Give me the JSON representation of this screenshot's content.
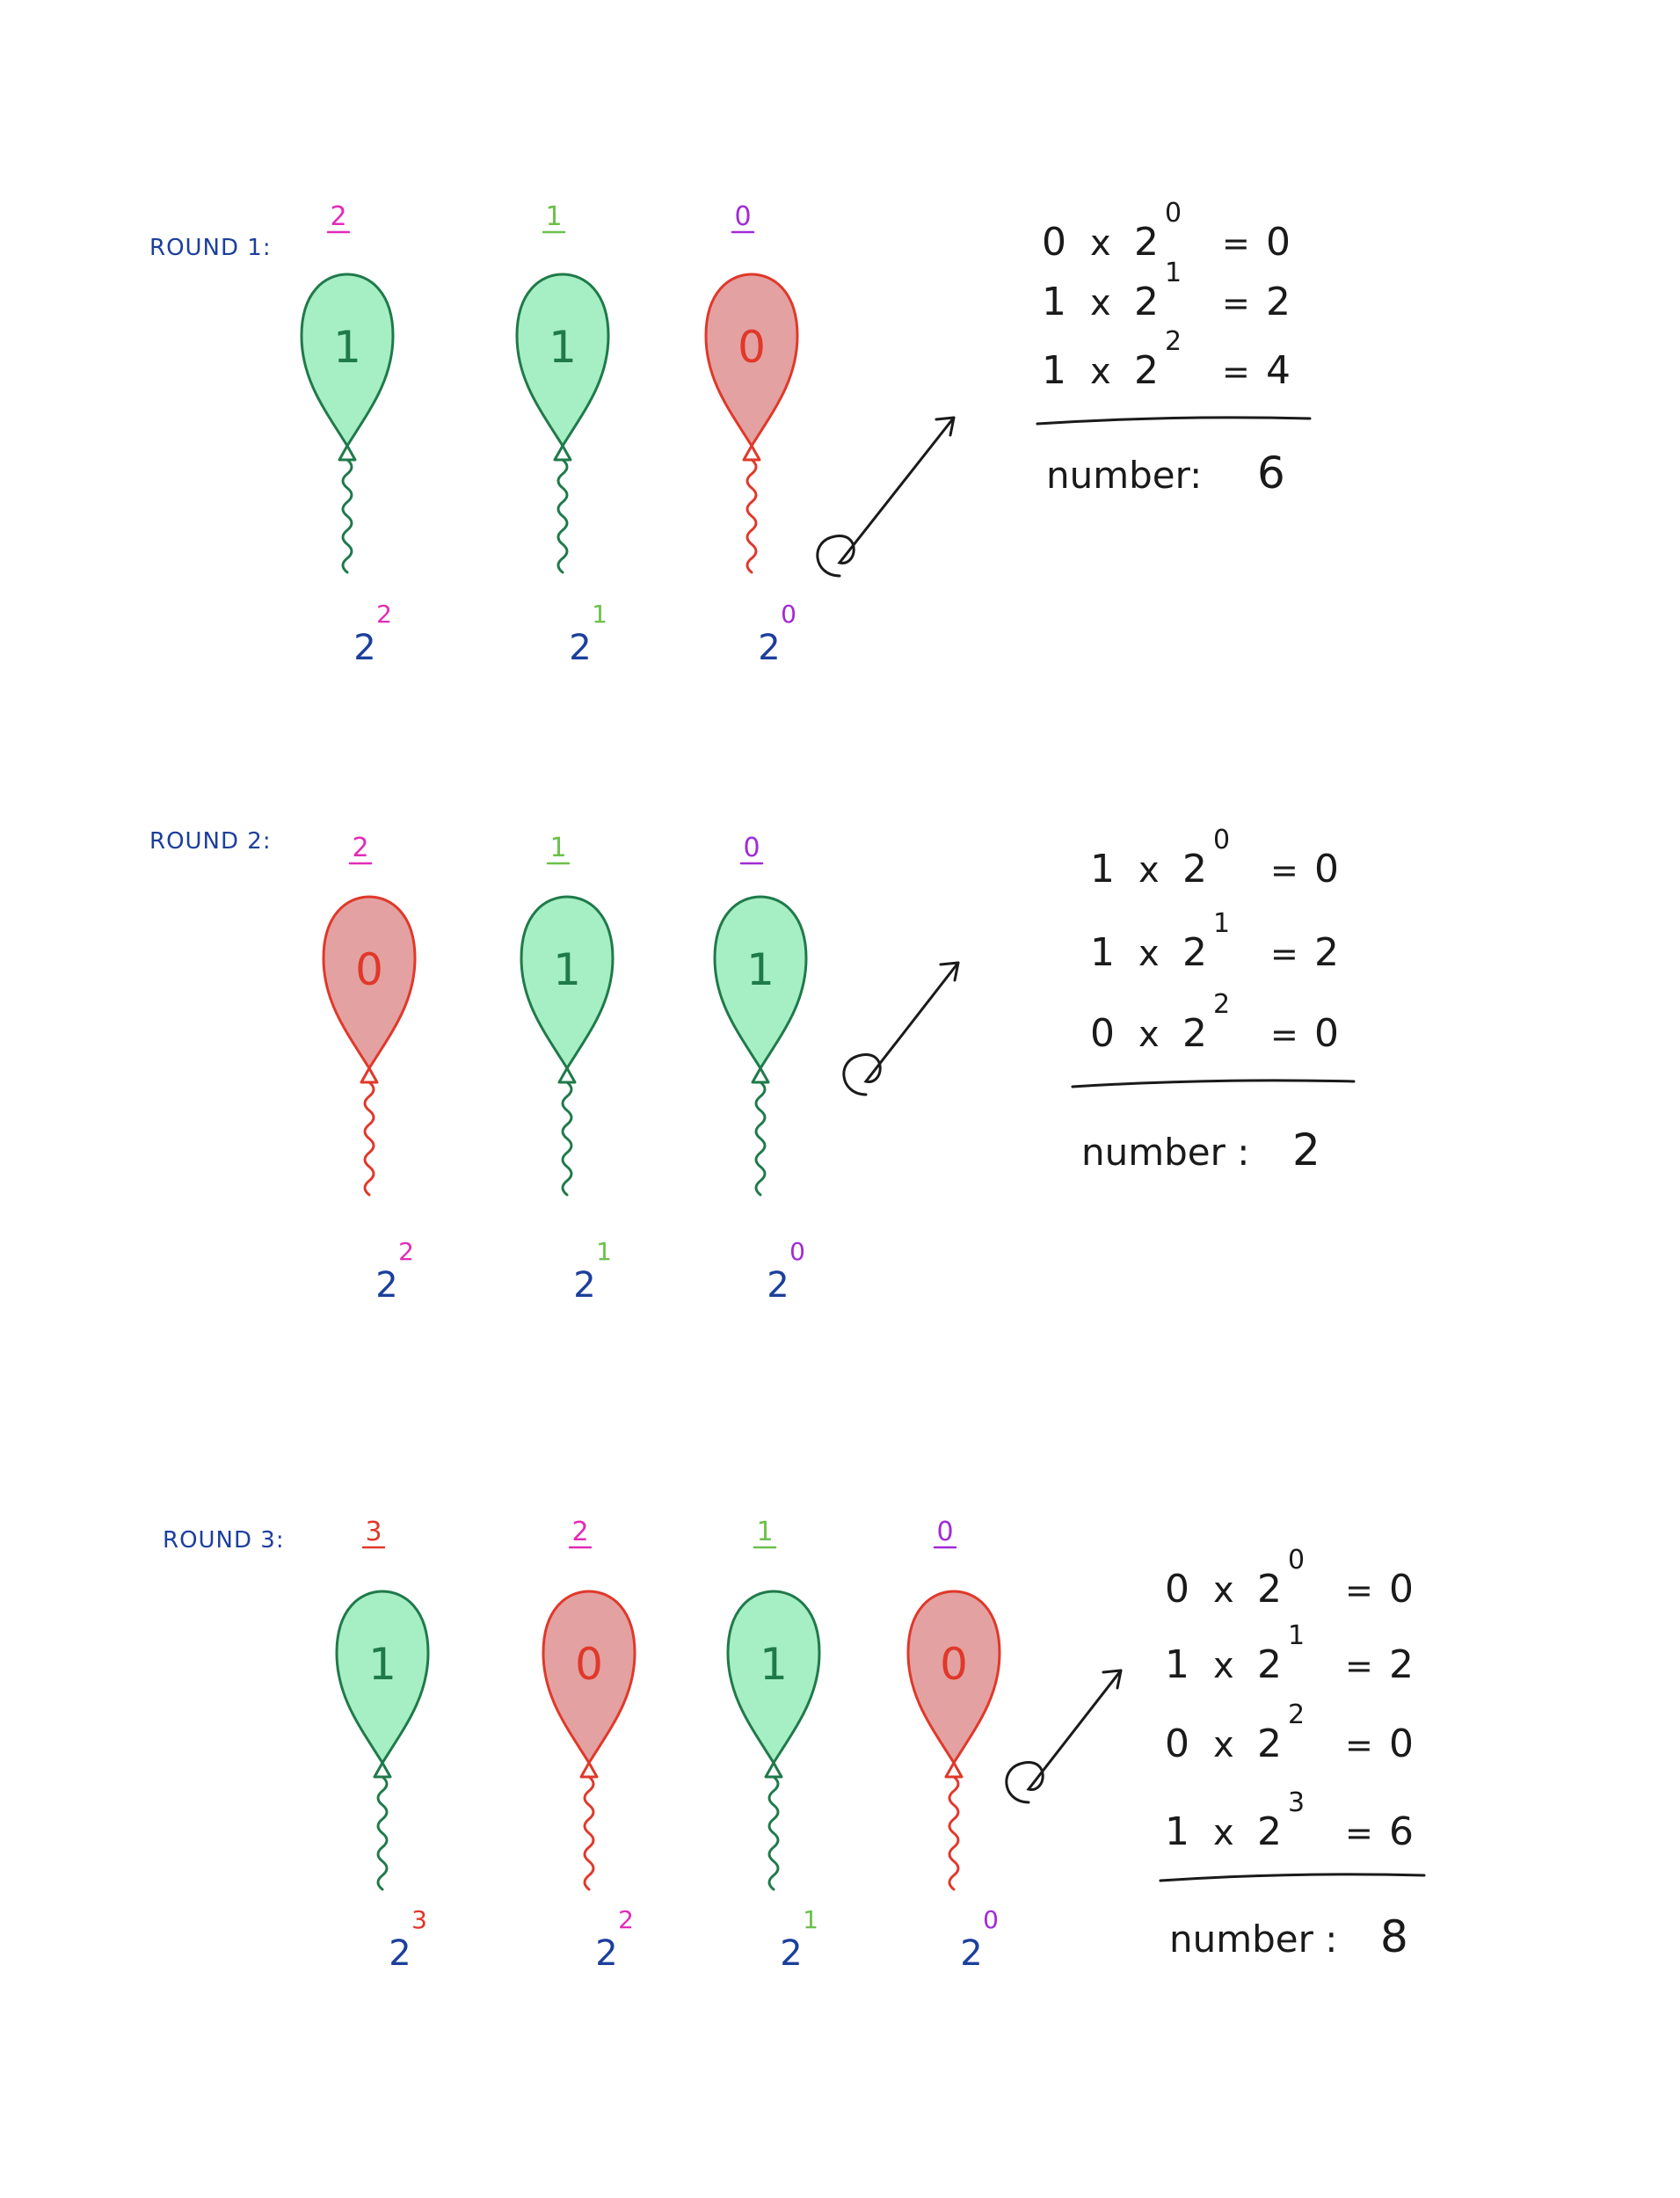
{
  "colors": {
    "ink": "#1a1a1a",
    "blue": "#1c3f9c",
    "green_fill": "#a6eec4",
    "green_stroke": "#1f7a4a",
    "red_fill": "#e3a1a1",
    "red_stroke": "#e0382a",
    "magenta": "#e22bb7",
    "lime": "#6cc04a",
    "purple": "#a12ad6",
    "red_digit": "#e0382a"
  },
  "rounds": [
    {
      "label": "ROUND 1:",
      "balloons": [
        {
          "bit": "1",
          "color": "green",
          "index": "2",
          "index_color": "magenta"
        },
        {
          "bit": "1",
          "color": "green",
          "index": "1",
          "index_color": "lime"
        },
        {
          "bit": "0",
          "color": "red",
          "index": "0",
          "index_color": "purple"
        }
      ],
      "powers": [
        {
          "base": "2",
          "exp": "2",
          "exp_color": "magenta"
        },
        {
          "base": "2",
          "exp": "1",
          "exp_color": "lime"
        },
        {
          "base": "2",
          "exp": "0",
          "exp_color": "purple"
        }
      ],
      "equations": [
        {
          "bit": "0",
          "times": "x",
          "base": "2",
          "exp": "0",
          "eq": "=",
          "result": "0"
        },
        {
          "bit": "1",
          "times": "x",
          "base": "2",
          "exp": "1",
          "eq": "=",
          "result": "2"
        },
        {
          "bit": "1",
          "times": "x",
          "base": "2",
          "exp": "2",
          "eq": "=",
          "result": "4"
        }
      ],
      "number_label": "number:",
      "number_value": "6"
    },
    {
      "label": "ROUND 2:",
      "balloons": [
        {
          "bit": "0",
          "color": "red",
          "index": "2",
          "index_color": "magenta"
        },
        {
          "bit": "1",
          "color": "green",
          "index": "1",
          "index_color": "lime"
        },
        {
          "bit": "1",
          "color": "green",
          "index": "0",
          "index_color": "purple"
        }
      ],
      "powers": [
        {
          "base": "2",
          "exp": "2",
          "exp_color": "magenta"
        },
        {
          "base": "2",
          "exp": "1",
          "exp_color": "lime"
        },
        {
          "base": "2",
          "exp": "0",
          "exp_color": "purple"
        }
      ],
      "equations": [
        {
          "bit": "1",
          "times": "x",
          "base": "2",
          "exp": "0",
          "eq": "=",
          "result": "0"
        },
        {
          "bit": "1",
          "times": "x",
          "base": "2",
          "exp": "1",
          "eq": "=",
          "result": "2"
        },
        {
          "bit": "0",
          "times": "x",
          "base": "2",
          "exp": "2",
          "eq": "=",
          "result": "0"
        }
      ],
      "number_label": "number :",
      "number_value": "2"
    },
    {
      "label": "ROUND 3:",
      "balloons": [
        {
          "bit": "1",
          "color": "green",
          "index": "3",
          "index_color": "red_digit"
        },
        {
          "bit": "0",
          "color": "red",
          "index": "2",
          "index_color": "magenta"
        },
        {
          "bit": "1",
          "color": "green",
          "index": "1",
          "index_color": "lime"
        },
        {
          "bit": "0",
          "color": "red",
          "index": "0",
          "index_color": "purple"
        }
      ],
      "powers": [
        {
          "base": "2",
          "exp": "3",
          "exp_color": "red_digit"
        },
        {
          "base": "2",
          "exp": "2",
          "exp_color": "magenta"
        },
        {
          "base": "2",
          "exp": "1",
          "exp_color": "lime"
        },
        {
          "base": "2",
          "exp": "0",
          "exp_color": "purple"
        }
      ],
      "equations": [
        {
          "bit": "0",
          "times": "x",
          "base": "2",
          "exp": "0",
          "eq": "=",
          "result": "0"
        },
        {
          "bit": "1",
          "times": "x",
          "base": "2",
          "exp": "1",
          "eq": "=",
          "result": "2"
        },
        {
          "bit": "0",
          "times": "x",
          "base": "2",
          "exp": "2",
          "eq": "=",
          "result": "0"
        },
        {
          "bit": "1",
          "times": "x",
          "base": "2",
          "exp": "3",
          "eq": "=",
          "result": "6"
        }
      ],
      "number_label": "number :",
      "number_value": "8"
    }
  ]
}
